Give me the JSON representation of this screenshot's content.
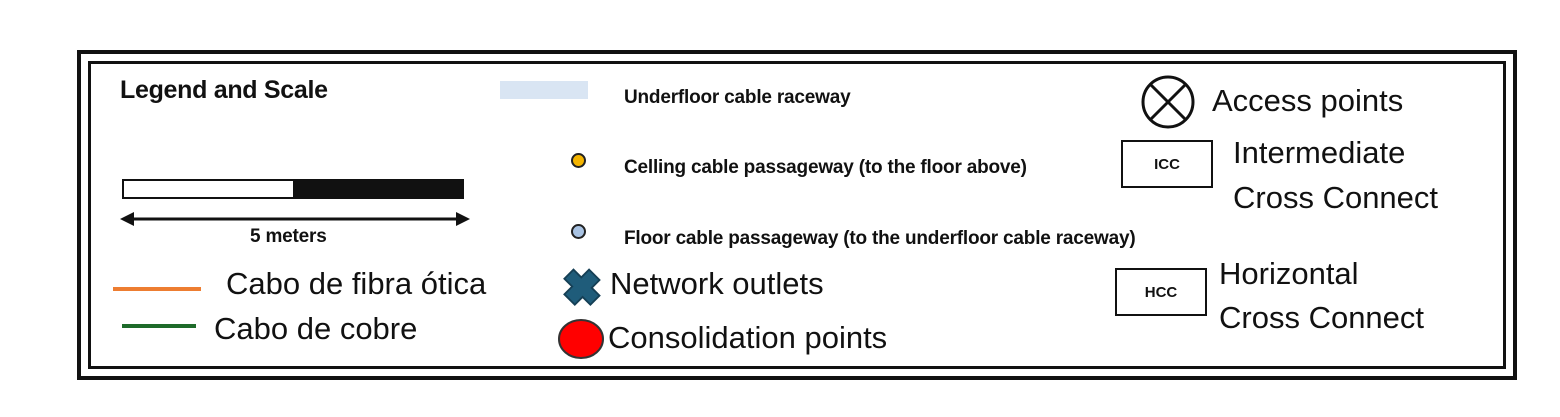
{
  "legend": {
    "title": "Legend and Scale",
    "scale_label": "5 meters",
    "items": {
      "underfloor_raceway": "Underfloor cable raceway",
      "ceiling_passageway": "Celling cable passageway (to the floor above)",
      "floor_passageway": "Floor cable passageway (to the underfloor cable raceway)",
      "fiber_cable": "Cabo de fibra ótica",
      "copper_cable": "Cabo de cobre",
      "network_outlets": "Network outlets",
      "consolidation_points": "Consolidation points",
      "access_points": "Access points",
      "icc_box": "ICC",
      "icc_line1": "Intermediate",
      "icc_line2": "Cross Connect",
      "hcc_box": "HCC",
      "hcc_line1": "Horizontal",
      "hcc_line2": "Cross Connect"
    }
  },
  "colors": {
    "raceway": "#d9e5f3",
    "ceiling_dot": "#f4b400",
    "floor_dot": "#a9c3e3",
    "fiber_line": "#ed7d31",
    "copper_line": "#1e6b2a",
    "network_outlet": "#1f5c7a",
    "consolidation_point": "#ff0000"
  },
  "icons": {
    "access_point": "circle-x-icon",
    "network_outlet": "cross-shape-icon",
    "consolidation_point": "filled-circle-icon"
  }
}
